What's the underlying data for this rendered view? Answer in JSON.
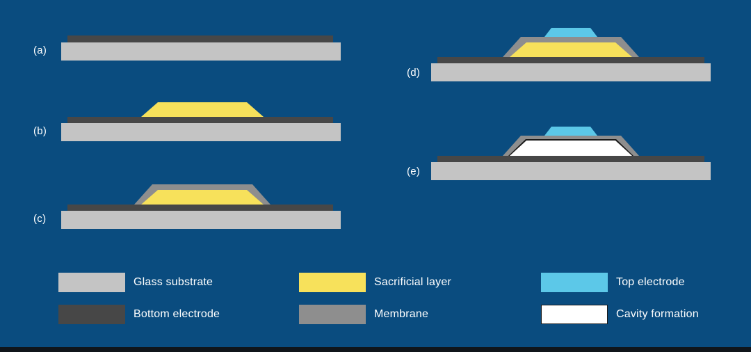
{
  "colors": {
    "background": "#0a4c7f",
    "glass": "#c4c4c4",
    "bottom_electrode": "#474747",
    "sacrificial": "#f7e15b",
    "membrane": "#8e8e8e",
    "top_electrode": "#5cc8e8",
    "cavity": "#ffffff"
  },
  "steps": [
    {
      "label": "(a)"
    },
    {
      "label": "(b)"
    },
    {
      "label": "(c)"
    },
    {
      "label": "(d)"
    },
    {
      "label": "(e)"
    }
  ],
  "legend": [
    {
      "label": "Glass substrate"
    },
    {
      "label": "Bottom electrode"
    },
    {
      "label": "Sacrificial layer"
    },
    {
      "label": "Membrane"
    },
    {
      "label": "Top electrode"
    },
    {
      "label": "Cavity formation"
    }
  ]
}
